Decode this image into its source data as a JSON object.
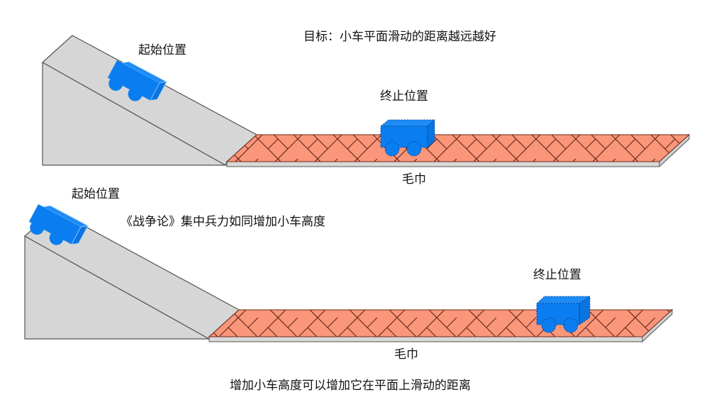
{
  "colors": {
    "ramp_fill": "#d6d6d6",
    "ramp_stroke": "#555555",
    "towel_fill": "#fa967a",
    "towel_line": "#6b2b1a",
    "car_fill": "#0a7ef0",
    "car_dark": "#0060d0",
    "text": "#111111"
  },
  "scene1": {
    "goal_text": "目标：小车平面滑动的距离越远越好",
    "start_label": "起始位置",
    "end_label": "终止位置",
    "towel_label": "毛巾"
  },
  "scene2": {
    "start_label": "起始位置",
    "analogy_text": "《战争论》集中兵力如同增加小车高度",
    "end_label": "终止位置",
    "towel_label": "毛巾"
  },
  "conclusion": "增加小车高度可以增加它在平面上滑动的距离"
}
